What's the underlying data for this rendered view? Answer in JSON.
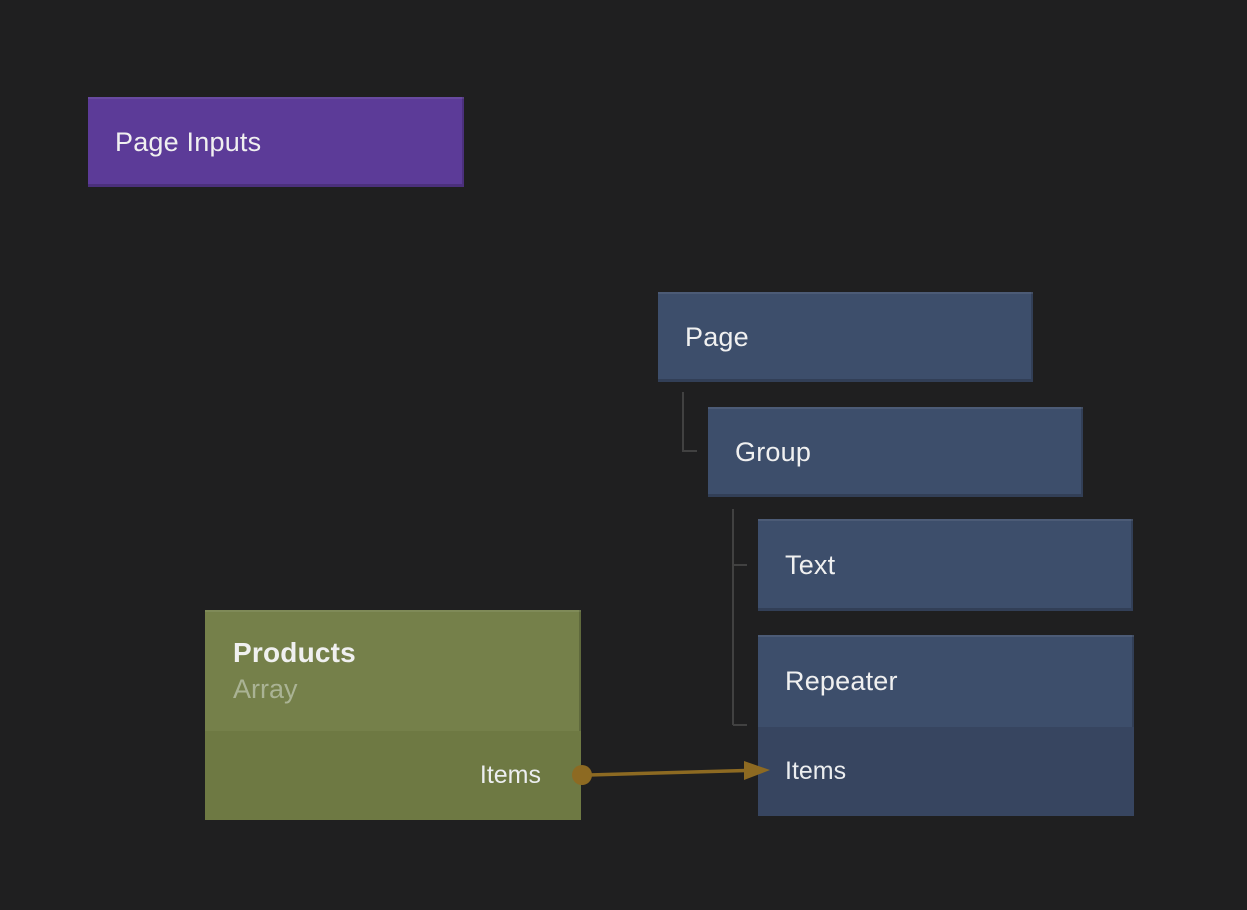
{
  "colors": {
    "background": "#1f1f20",
    "purple": "#5c3b98",
    "blue": "#3d4e6b",
    "blue-dark": "#374560",
    "green": "#75804a",
    "green-dark": "#6e7943",
    "gold": "#8d6a22",
    "tree-line": "#414141",
    "text-primary": "#f0f0f0",
    "text-muted": "#aab394"
  },
  "nodes": {
    "page_inputs": {
      "label": "Page Inputs"
    },
    "page": {
      "label": "Page"
    },
    "group": {
      "label": "Group"
    },
    "text": {
      "label": "Text"
    },
    "repeater": {
      "label": "Repeater",
      "input_port_label": "Items"
    },
    "products": {
      "label": "Products",
      "type_label": "Array",
      "output_port_label": "Items"
    }
  },
  "edges": {
    "data_binding": {
      "from_node": "Products",
      "from_port": "Items",
      "to_node": "Repeater",
      "to_port": "Items"
    },
    "tree": [
      {
        "parent": "Page",
        "child": "Group"
      },
      {
        "parent": "Group",
        "child": "Text"
      },
      {
        "parent": "Group",
        "child": "Repeater"
      }
    ]
  }
}
